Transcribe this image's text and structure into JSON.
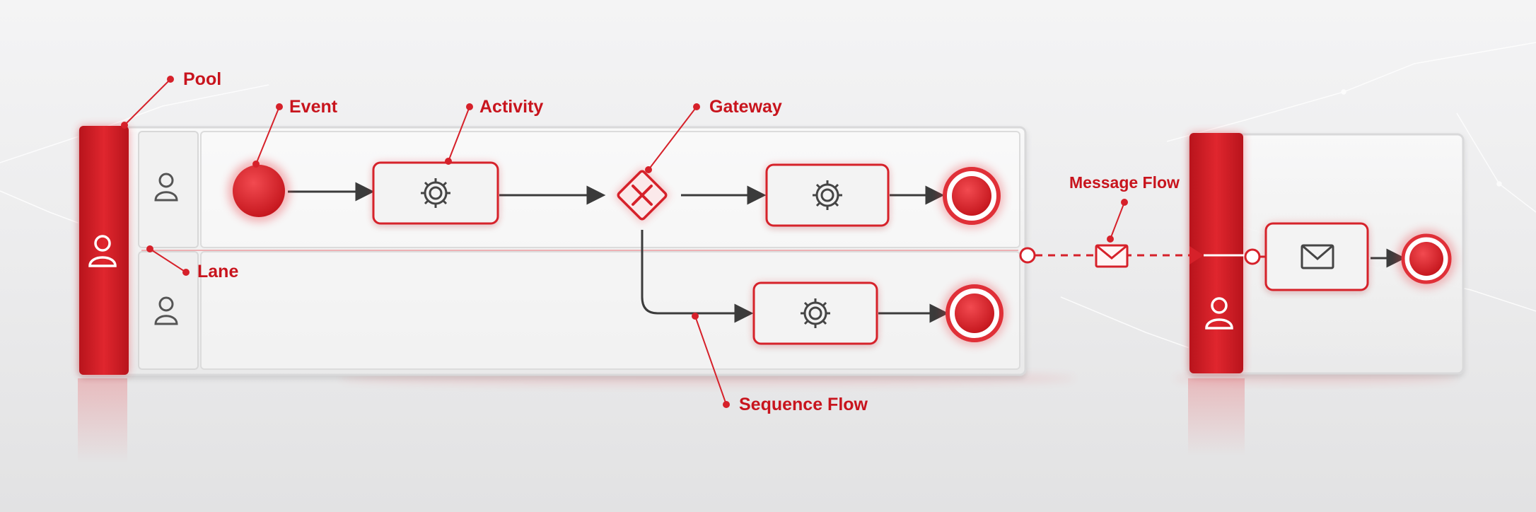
{
  "labels": {
    "pool": "Pool",
    "lane": "Lane",
    "event": "Event",
    "activity": "Activity",
    "gateway": "Gateway",
    "sequence_flow": "Sequence Flow",
    "message_flow": "Message Flow"
  },
  "icons": {
    "pool_header": "user-icon",
    "lane_headers": [
      "user-icon",
      "user-icon"
    ],
    "tasks": [
      "gear-icon",
      "gear-icon",
      "gear-icon"
    ],
    "message_task": "envelope-icon",
    "gateway": "x-icon",
    "message_flow": "envelope-icon"
  },
  "colors": {
    "accent": "#d6212a",
    "connector": "#3b3b3b",
    "background": "#eeeeef"
  }
}
